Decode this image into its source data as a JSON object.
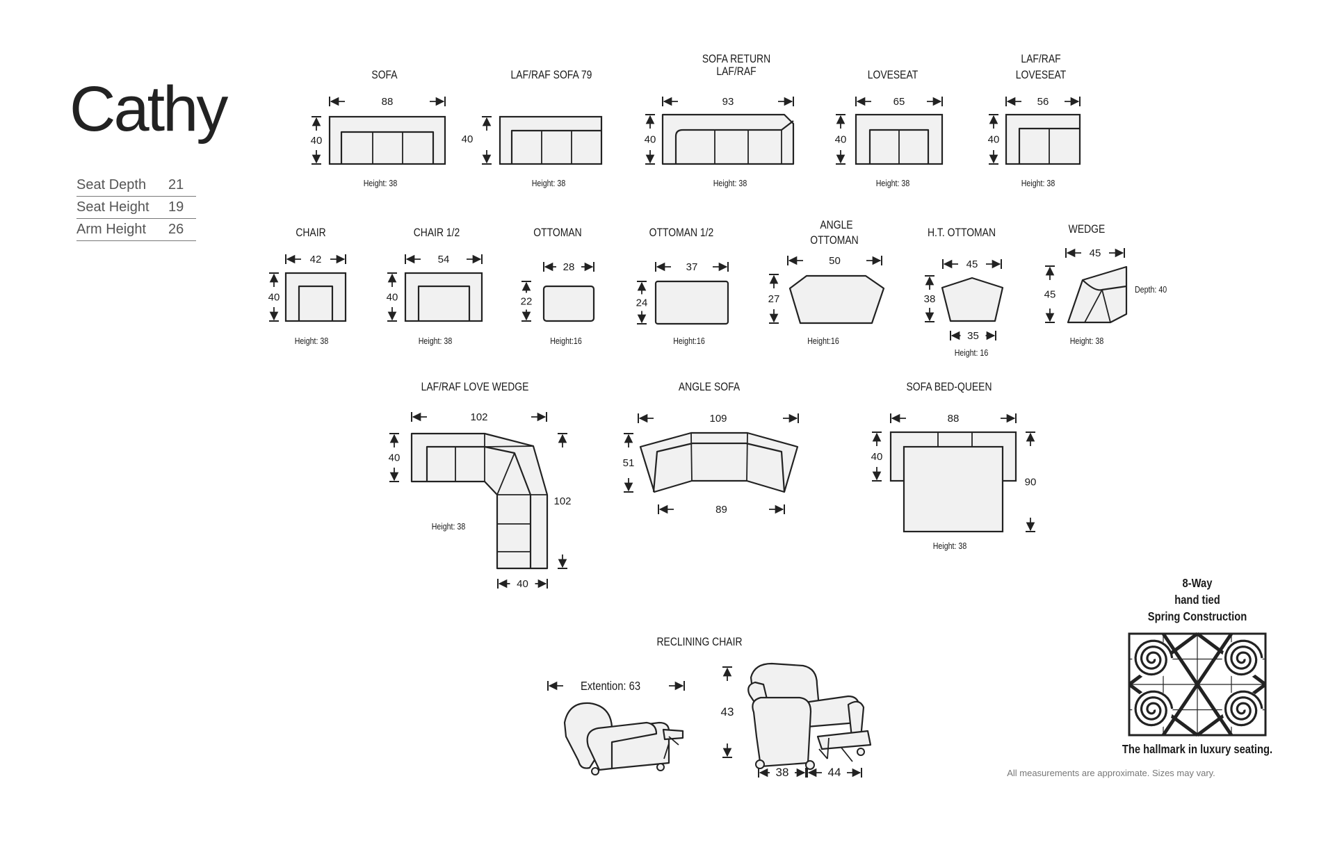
{
  "brand_title": "Cathy",
  "specs": [
    {
      "label": "Seat Depth",
      "value": "21"
    },
    {
      "label": "Seat Height",
      "value": "19"
    },
    {
      "label": "Arm Height",
      "value": "26"
    }
  ],
  "pieces": {
    "sofa": {
      "name": "SOFA",
      "width": "88",
      "depth": "40",
      "height": "Height: 38"
    },
    "laf_raf_sofa": {
      "name": "LAF/RAF  SOFA 79",
      "depth": "40",
      "height": "Height: 38"
    },
    "sofa_return": {
      "name_line1": "SOFA RETURN",
      "name_line2": "LAF/RAF",
      "width": "93",
      "depth": "40",
      "height": "Height: 38"
    },
    "loveseat": {
      "name": "LOVESEAT",
      "width": "65",
      "depth": "40",
      "height": "Height: 38"
    },
    "laf_raf_loveseat": {
      "name_line1": "LAF/RAF",
      "name_line2": "LOVESEAT",
      "width": "56",
      "depth": "40",
      "height": "Height: 38"
    },
    "chair": {
      "name": "CHAIR",
      "width": "42",
      "depth": "40",
      "height": "Height: 38"
    },
    "chair_half": {
      "name": "CHAIR 1/2",
      "width": "54",
      "depth": "40",
      "height": "Height: 38"
    },
    "ottoman": {
      "name": "OTTOMAN",
      "width": "28",
      "depth": "22",
      "height": "Height:16"
    },
    "ottoman_half": {
      "name": "OTTOMAN 1/2",
      "width": "37",
      "depth": "24",
      "height": "Height:16"
    },
    "angle_ottoman": {
      "name_line1": "ANGLE",
      "name_line2": "OTTOMAN",
      "width": "50",
      "depth": "27",
      "height": "Height:16"
    },
    "ht_ottoman": {
      "name": "H.T. OTTOMAN",
      "width": "45",
      "depth": "38",
      "bottom_width": "35",
      "height": "Height: 16"
    },
    "wedge": {
      "name": "WEDGE",
      "width": "45",
      "side": "45",
      "depth_note": "Depth: 40",
      "height": "Height: 38"
    },
    "love_wedge": {
      "name": "LAF/RAF LOVE WEDGE",
      "width": "102",
      "depth": "40",
      "length": "102",
      "arm_depth": "40",
      "height": "Height: 38"
    },
    "angle_sofa": {
      "name": "ANGLE SOFA",
      "width": "109",
      "depth": "51",
      "back_width": "89"
    },
    "sofa_bed": {
      "name": "SOFA BED-QUEEN",
      "width": "88",
      "depth": "40",
      "open_depth": "90",
      "height": "Height: 38"
    },
    "reclining_chair": {
      "name": "RECLINING CHAIR",
      "extension": "Extention: 63",
      "height_dim": "43",
      "width_left": "38",
      "width_right": "44"
    }
  },
  "spring": {
    "line1": "8-Way",
    "line2": "hand tied",
    "line3": "Spring Construction",
    "tagline": "The hallmark in luxury seating."
  },
  "disclaimer": "All measurements are approximate. Sizes may vary.",
  "colors": {
    "outline": "#222222",
    "fill": "#f1f1f1",
    "text": "#1a1a1a",
    "muted": "#777777"
  }
}
